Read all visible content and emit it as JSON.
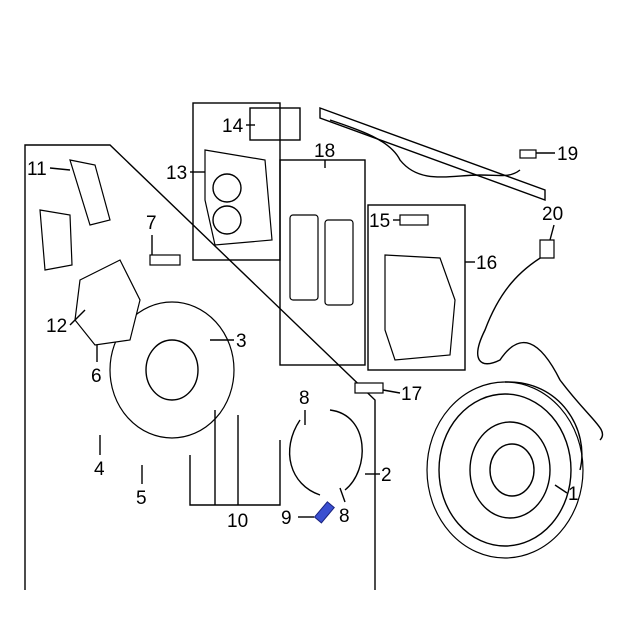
{
  "diagram": {
    "callouts": {
      "c1": "1",
      "c2": "2",
      "c3": "3",
      "c4": "4",
      "c5": "5",
      "c6": "6",
      "c7": "7",
      "c8a": "8",
      "c8b": "8",
      "c9": "9",
      "c10": "10",
      "c11": "11",
      "c12": "12",
      "c13": "13",
      "c14": "14",
      "c15": "15",
      "c16": "16",
      "c17": "17",
      "c18": "18",
      "c19": "19",
      "c20": "20"
    },
    "highlight_color": "#3a4fd0"
  }
}
